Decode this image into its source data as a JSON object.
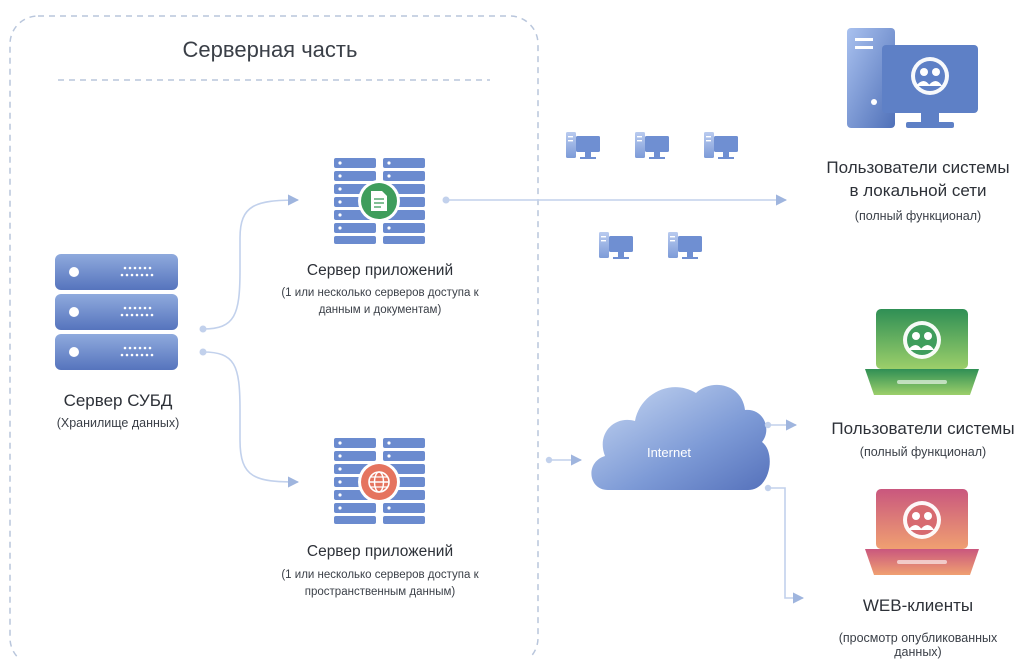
{
  "server_side": {
    "title": "Серверная часть"
  },
  "db_server": {
    "title": "Сервер СУБД",
    "subtitle": "(Хранилище данных)"
  },
  "app_server_docs": {
    "title": "Сервер приложений",
    "line1": "(1 или несколько серверов доступа к",
    "line2": "данным и документам)"
  },
  "app_server_geo": {
    "title": "Сервер приложений",
    "line1": "(1 или несколько серверов доступа к",
    "line2": "пространственным данным)"
  },
  "local_users": {
    "title1": "Пользователи системы",
    "title2": "в локальной сети",
    "subtitle": "(полный функционал)"
  },
  "cloud": {
    "label": "Internet"
  },
  "internet_users": {
    "title": "Пользователи системы",
    "subtitle": "(полный функционал)"
  },
  "web_clients": {
    "title": "WEB-клиенты",
    "line1": "(просмотр опубликованных",
    "line2": "данных)"
  },
  "colors": {
    "blue": "#5b7fc4",
    "light_blue": "#9ab3e6",
    "green": "#3f9d5c",
    "coral": "#e77a66",
    "arrow": "#b6c7e6"
  },
  "icons": [
    "server-rack-icon",
    "document-icon",
    "globe-icon",
    "desktop-computer-icon",
    "users-icon",
    "laptop-icon",
    "cloud-icon"
  ]
}
